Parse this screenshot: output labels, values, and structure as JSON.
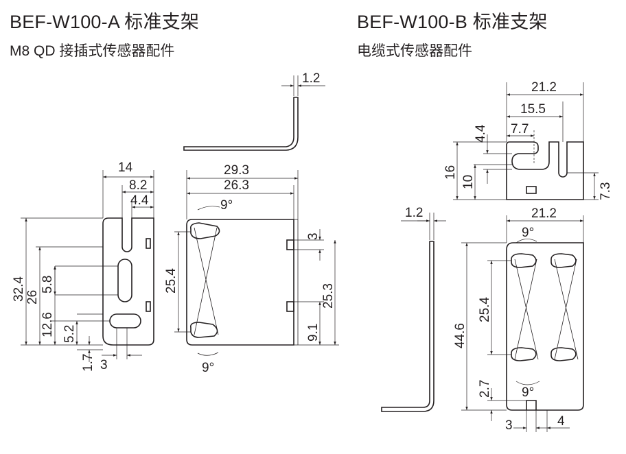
{
  "left": {
    "title": "BEF-W100-A 标准支架",
    "subtitle": "M8 QD 接插式传感器配件",
    "dims": {
      "thickness": "1.2",
      "width_total": "14",
      "slot_offset": "8.2",
      "slot_width": "4.4",
      "height_total": "32.4",
      "slot_span": "26",
      "hole_span": "12.6",
      "slot_length": "5.8",
      "slot_pos": "5.2",
      "bottom_offset": "1.7",
      "hole_width": "3",
      "side_width_outer": "29.3",
      "side_width_inner": "26.3",
      "angle_top": "9°",
      "angle_bottom": "9°",
      "side_height": "25.4",
      "tab_height": "3",
      "tab_span": "25.3",
      "tab_bottom": "9.1"
    }
  },
  "right": {
    "title": "BEF-W100-B 标准支架",
    "subtitle": "电缆式传感器配件",
    "dims": {
      "top_width": "21.2",
      "top_slot_offset": "15.5",
      "top_slot_left": "7.7",
      "top_slot_width": "4.4",
      "top_height": "16",
      "top_slot_depth": "10",
      "top_right_height": "7.3",
      "thickness": "1.2",
      "front_width": "21.2",
      "angle_top": "9°",
      "hole_span": "25.4",
      "total_height": "44.6",
      "bottom_offset": "2.7",
      "angle_bottom": "9°",
      "slot_width": "3",
      "slot_right": "4"
    }
  }
}
